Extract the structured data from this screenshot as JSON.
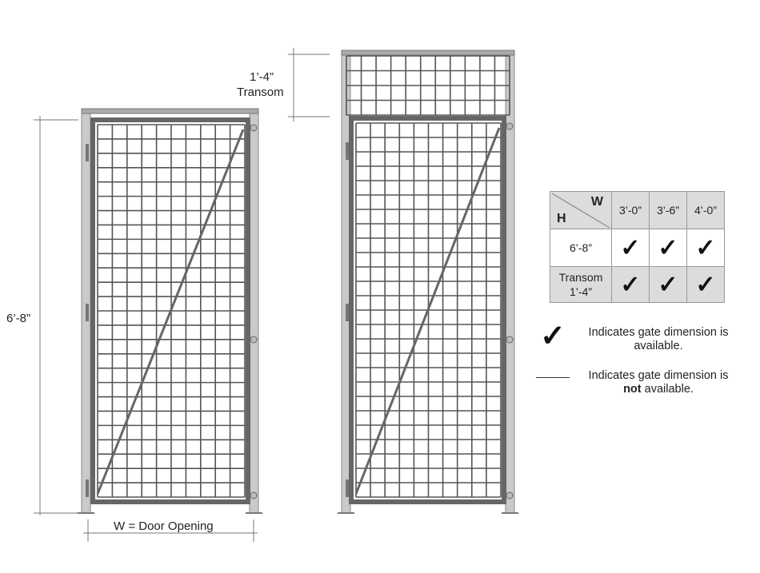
{
  "dimensions": {
    "height_label": "6’-8”",
    "width_label": "W = Door Opening",
    "transom_size": "1’-4”",
    "transom_label": "Transom"
  },
  "table": {
    "corner_w": "W",
    "corner_h": "H",
    "columns": [
      "3’-0”",
      "3’-6”",
      "4’-0”"
    ],
    "rows": [
      {
        "label": "6’-8”",
        "cells": [
          "✓",
          "✓",
          "✓"
        ]
      },
      {
        "label_line1": "Transom",
        "label_line2": "1’-4”",
        "cells": [
          "✓",
          "✓",
          "✓"
        ]
      }
    ]
  },
  "legend": {
    "check_symbol": "✓",
    "available_line1": "Indicates gate dimension is",
    "available_line2": "available.",
    "not_available_line1": "Indicates gate dimension is",
    "not_available_bold": "not",
    "not_available_rest": " available."
  },
  "colors": {
    "frame": "#c8cbc8",
    "mesh": "#555555",
    "table_shade": "#dcdcdc"
  }
}
